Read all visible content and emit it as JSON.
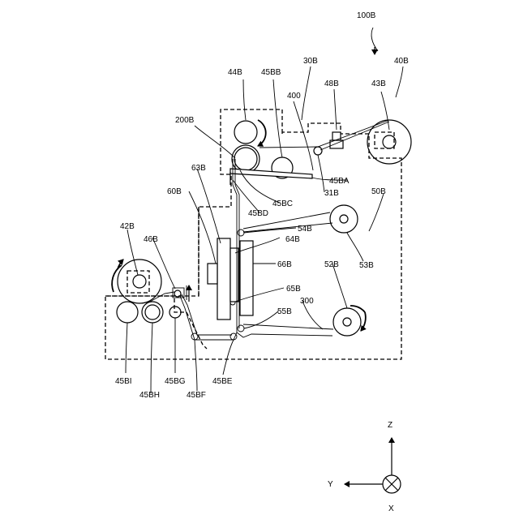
{
  "labels": {
    "l100B": "100B",
    "l40B": "40B",
    "l30B": "30B",
    "l44B": "44B",
    "l45BB": "45BB",
    "l48B": "48B",
    "l43B": "43B",
    "l400": "400",
    "l200B": "200B",
    "l45BA": "45BA",
    "l31B": "31B",
    "l63B": "63B",
    "l45BC": "45BC",
    "l45BD": "45BD",
    "l60B": "60B",
    "l50B": "50B",
    "l54B": "54B",
    "l64B": "64B",
    "l42B": "42B",
    "l46B": "46B",
    "l53B": "53B",
    "l66B": "66B",
    "l52B": "52B",
    "l65B": "65B",
    "l300": "300",
    "l55B": "55B",
    "l45BI": "45BI",
    "l45BG": "45BG",
    "l45BE": "45BE",
    "l45BH": "45BH",
    "l45BF": "45BF"
  },
  "axes": {
    "z": "Z",
    "y": "Y",
    "x": "X"
  }
}
